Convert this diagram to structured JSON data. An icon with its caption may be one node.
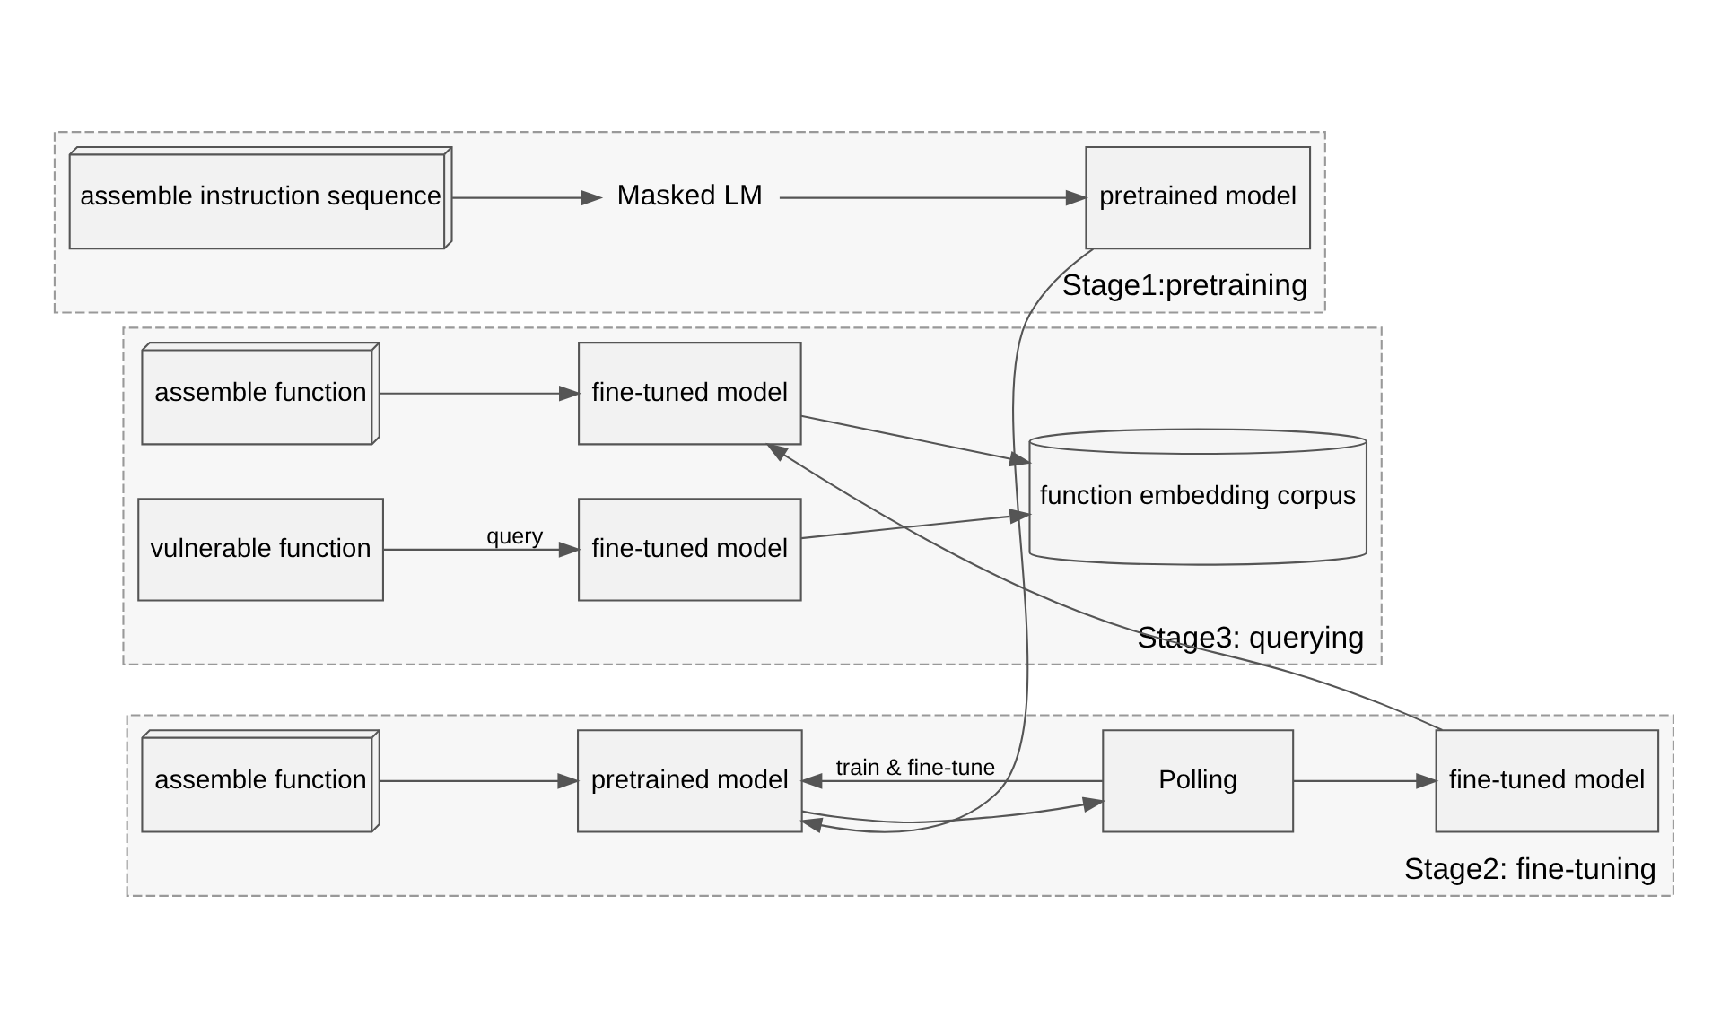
{
  "diagram": {
    "nodes": [
      {
        "text": [
          "Stage1:pretraining"
        ]
      },
      {
        "text": [
          "assemble instruction sequence"
        ],
        "in": 0
      },
      {
        "text": [
          "Masked LM"
        ],
        "in": 0
      },
      {
        "text": [
          "pretrained model"
        ],
        "in": 0
      },
      {
        "text": [
          "Stage2: fine-tuning"
        ]
      },
      {
        "text": [
          "assemble function"
        ],
        "in": 4
      },
      {
        "text": [
          "pretrained model"
        ],
        "in": 4
      },
      {
        "text": [
          "Polling"
        ],
        "in": 4
      },
      {
        "text": [
          "fine-tuned model"
        ],
        "in": 4
      },
      {
        "text": [
          "Stage3: querying"
        ]
      },
      {
        "text": [
          "assemble function"
        ],
        "in": 9
      },
      {
        "text": [
          "fine-tuned model"
        ],
        "in": 9
      },
      {
        "text": [
          "function embedding corpus"
        ],
        "in": 9
      },
      {
        "text": [
          "vulnerable function"
        ],
        "in": 9
      },
      {
        "text": [
          "fine-tuned model"
        ],
        "in": 9
      }
    ],
    "edges": [
      {
        "from": 1,
        "to": 2,
        "arrow": "to"
      },
      {
        "from": 2,
        "to": 3,
        "arrow": "to"
      },
      {
        "from": 3,
        "to": 6,
        "arrow": "to"
      },
      {
        "from": 5,
        "to": 6,
        "arrow": "to"
      },
      {
        "from": 6,
        "to": 7,
        "arrow": "to"
      },
      {
        "from": 7,
        "to": 8,
        "arrow": "to"
      },
      {
        "from": 7,
        "to": 6,
        "arrow": "to",
        "label": "train & fine-tune"
      },
      {
        "from": 8,
        "to": 11,
        "arrow": "to"
      },
      {
        "from": 10,
        "to": 11,
        "arrow": "to"
      },
      {
        "from": 11,
        "to": 12,
        "arrow": "to"
      },
      {
        "from": 13,
        "to": 14,
        "arrow": "to",
        "label": "query"
      },
      {
        "from": 14,
        "to": 12,
        "arrow": "to"
      }
    ]
  }
}
